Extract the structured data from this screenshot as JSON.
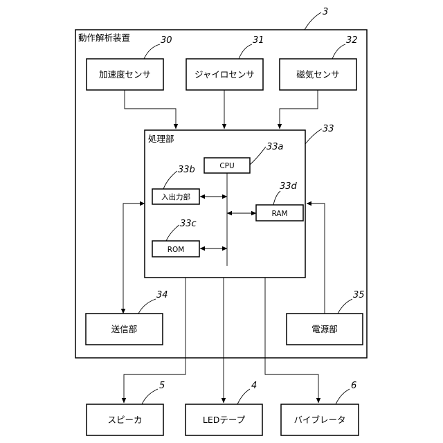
{
  "device": {
    "ref": "3",
    "title": "動作解析装置"
  },
  "sensors": [
    {
      "ref": "30",
      "label": "加速度センサ"
    },
    {
      "ref": "31",
      "label": "ジャイロセンサ"
    },
    {
      "ref": "32",
      "label": "磁気センサ"
    }
  ],
  "processor": {
    "ref": "33",
    "title": "処理部",
    "cpu": {
      "ref": "33a",
      "label": "CPU"
    },
    "io": {
      "ref": "33b",
      "label": "入出力部"
    },
    "rom": {
      "ref": "33c",
      "label": "ROM"
    },
    "ram": {
      "ref": "33d",
      "label": "RAM"
    }
  },
  "transmitter": {
    "ref": "34",
    "label": "送信部"
  },
  "power": {
    "ref": "35",
    "label": "電源部"
  },
  "outputs": [
    {
      "ref": "5",
      "label": "スピーカ"
    },
    {
      "ref": "4",
      "label": "LEDテープ"
    },
    {
      "ref": "6",
      "label": "バイブレータ"
    }
  ]
}
